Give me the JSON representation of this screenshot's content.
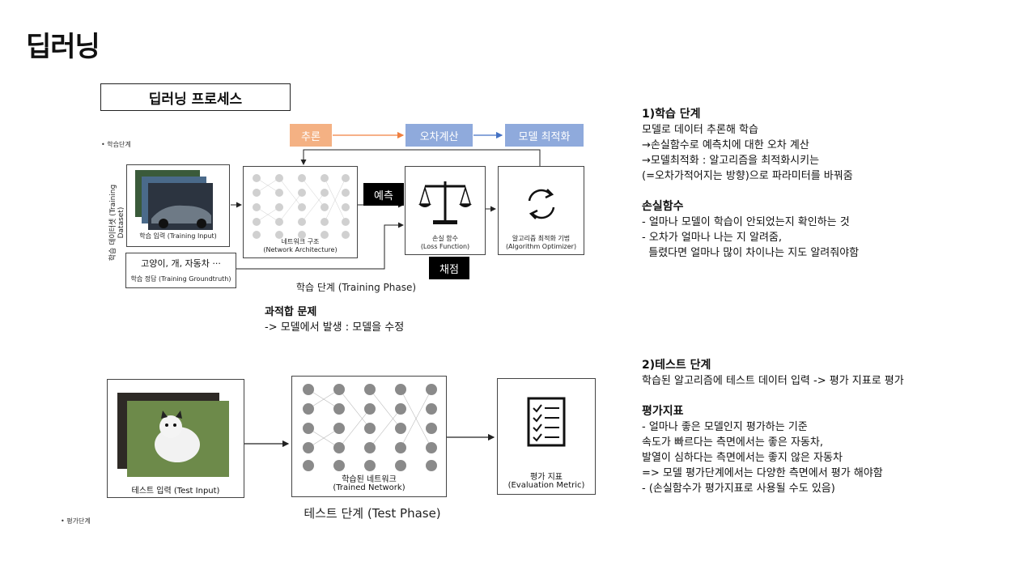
{
  "page": {
    "title": "딥러닝"
  },
  "training": {
    "box_title": "딥러닝 프로세스",
    "bullet": "학습단계",
    "dataset_label": "학습 데이터셋 (Training Dataset)",
    "input_label": "학습 입력 (Training Input)",
    "groundtruth_text": "고양이, 개, 자동차 ···",
    "groundtruth_label": "학습 정답 (Training Groundtruth)",
    "network_label_ko": "네트워크 구조",
    "network_label_en": "(Network Architecture)",
    "loss_label_ko": "손실 함수",
    "loss_label_en": "(Loss Function)",
    "optimizer_label_ko": "알고리즘 최적화 기법",
    "optimizer_label_en": "(Algorithm Optimizer)",
    "tag_inference": "추론",
    "tag_error": "오차계산",
    "tag_optimize": "모델 최적화",
    "tag_predict": "예측",
    "tag_grade": "채점",
    "phase_label": "학습 단계 (Training Phase)",
    "colors": {
      "inference": "#f4b183",
      "error": "#8faadc",
      "optimize": "#8faadc",
      "black": "#000000"
    }
  },
  "overfit": {
    "line1": "과적합 문제",
    "line2": "-> 모델에서 발생 : 모델을 수정"
  },
  "test": {
    "bullet": "평가단계",
    "input_label": "테스트 입력 (Test Input)",
    "network_label_ko": "학습된 네트워크",
    "network_label_en": "(Trained Network)",
    "metric_label_ko": "평가 지표",
    "metric_label_en": "(Evaluation Metric)",
    "phase_label": "테스트 단계 (Test Phase)"
  },
  "side_training": {
    "heading": "1)학습 단계",
    "lines": [
      "모델로 데이터 추론해 학습",
      "→손실함수로 예측치에 대한 오차 계산",
      "→모델최적화 : 알고리즘을 최적화시키는",
      "(=오차가적어지는 방향)으로 파라미터를 바꿔줌"
    ],
    "loss_heading": "손실함수",
    "loss_lines": [
      "- 얼마나 모델이 학습이 안되었는지 확인하는 것",
      "- 오차가 얼마나 나는 지 알려줌,",
      "  틀렸다면 얼마나 많이 차이나는 지도 알려줘야함"
    ]
  },
  "side_test": {
    "heading": "2)테스트 단계",
    "lines": [
      "학습된 알고리즘에 테스트 데이터 입력 -> 평가 지표로 평가"
    ],
    "metric_heading": "평가지표",
    "metric_lines": [
      "- 얼마나 좋은 모델인지 평가하는 기준",
      "속도가 빠르다는 측면에서는 좋은 자동차,",
      "발열이 심하다는 측면에서는 좋지 않은 자동차",
      "=> 모델 평가단계에서는 다양한 측면에서 평가 해야함",
      "- (손실함수가 평가지표로 사용될 수도 있음)"
    ]
  }
}
